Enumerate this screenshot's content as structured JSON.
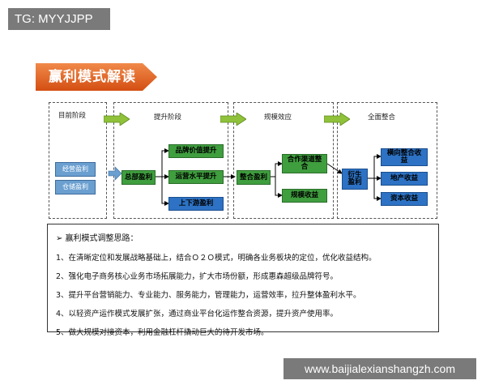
{
  "tag": "TG: MYYJJPP",
  "banner": {
    "title": "赢利模式解读"
  },
  "stages": {
    "current": "目前阶段",
    "improve": "提升阶段",
    "scale": "规模效应",
    "integrate": "全面整合"
  },
  "boxes": {
    "operating_profit": "经营盈利",
    "storage_profit": "仓储盈利",
    "total_profit": "总部盈利",
    "brand_value": "品牌价值提升",
    "op_level": "运营水平提升",
    "updown_profit": "上下游盈利",
    "integrated_profit": "整合盈利",
    "channel_integration": "合作渠道整合",
    "scale_income": "规模收益",
    "derived_profit": "衍生盈利",
    "vertical_income": "横向整合收益",
    "property_income": "地产收益",
    "capital_income": "资本收益"
  },
  "notes": {
    "title": "赢利模式调整思路：",
    "lines": [
      "1、在清晰定位和发展战略基础上，结合Ｏ２Ｏ模式，明确各业务板块的定位，优化收益结构。",
      "2、强化电子商务核心业务市场拓展能力，扩大市场份额，形成惠森超级品牌符号。",
      "3、提升平台营销能力、专业能力、服务能力，管理能力，运营效率，拉升整体盈利水平。",
      "4、以轻资产运作模式发展扩张，通过商业平台化运作整合资源，提升资产使用率。",
      "5、做大规模对接资本，利用金融杠杆撬动巨大的待开发市场。"
    ]
  },
  "watermark": "www.baijialexianshangzh.com",
  "colors": {
    "banner_orange": "#e8601c",
    "stage_arrow_green": "#8fc23a",
    "box_green": "#3f9e3e",
    "box_blue": "#2d72c4",
    "box_lightblue": "#6a9fd0"
  }
}
